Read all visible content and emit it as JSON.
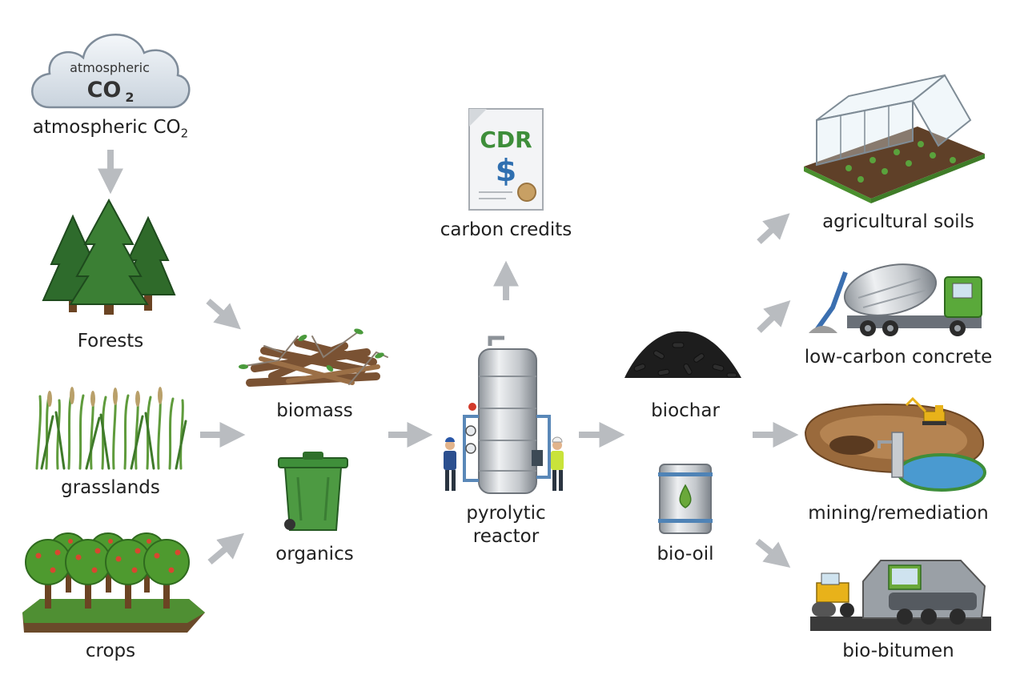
{
  "source_nodes": {
    "atmospheric_co2": {
      "label": "atmospheric CO",
      "label_sub": "2",
      "cloud_line1": "atmospheric",
      "cloud_line2": "CO",
      "cloud_sub": "2",
      "icon": "cloud-icon"
    },
    "forests": {
      "label": "Forests",
      "icon": "pine-trees-icon"
    },
    "grasslands": {
      "label": "grasslands",
      "icon": "tall-grass-icon"
    },
    "crops": {
      "label": "crops",
      "icon": "orchard-icon"
    }
  },
  "feedstock_nodes": {
    "biomass": {
      "label": "biomass",
      "icon": "wood-pile-icon"
    },
    "organics": {
      "label": "organics",
      "icon": "green-bin-icon"
    }
  },
  "process_node": {
    "label_line1": "pyrolytic",
    "label_line2": "reactor",
    "icon": "reactor-tank-icon"
  },
  "credits_node": {
    "label": "carbon credits",
    "doc_title": "CDR",
    "doc_symbol": "$",
    "icon": "certificate-icon"
  },
  "product_nodes": {
    "biochar": {
      "label": "biochar",
      "icon": "biochar-pile-icon"
    },
    "bio_oil": {
      "label": "bio-oil",
      "icon": "barrel-icon"
    }
  },
  "application_nodes": {
    "agricultural_soils": {
      "label": "agricultural soils",
      "icon": "greenhouse-icon"
    },
    "low_carbon_concrete": {
      "label": "low-carbon concrete",
      "icon": "concrete-mixer-icon"
    },
    "mining_remediation": {
      "label": "mining/remediation",
      "icon": "mine-pit-icon"
    },
    "bio_bitumen": {
      "label": "bio-bitumen",
      "icon": "road-paver-icon"
    }
  },
  "colors": {
    "arrow": "#b9bcc0",
    "accent_green": "#3e8e3a",
    "credit_blue": "#2f6fb0"
  }
}
